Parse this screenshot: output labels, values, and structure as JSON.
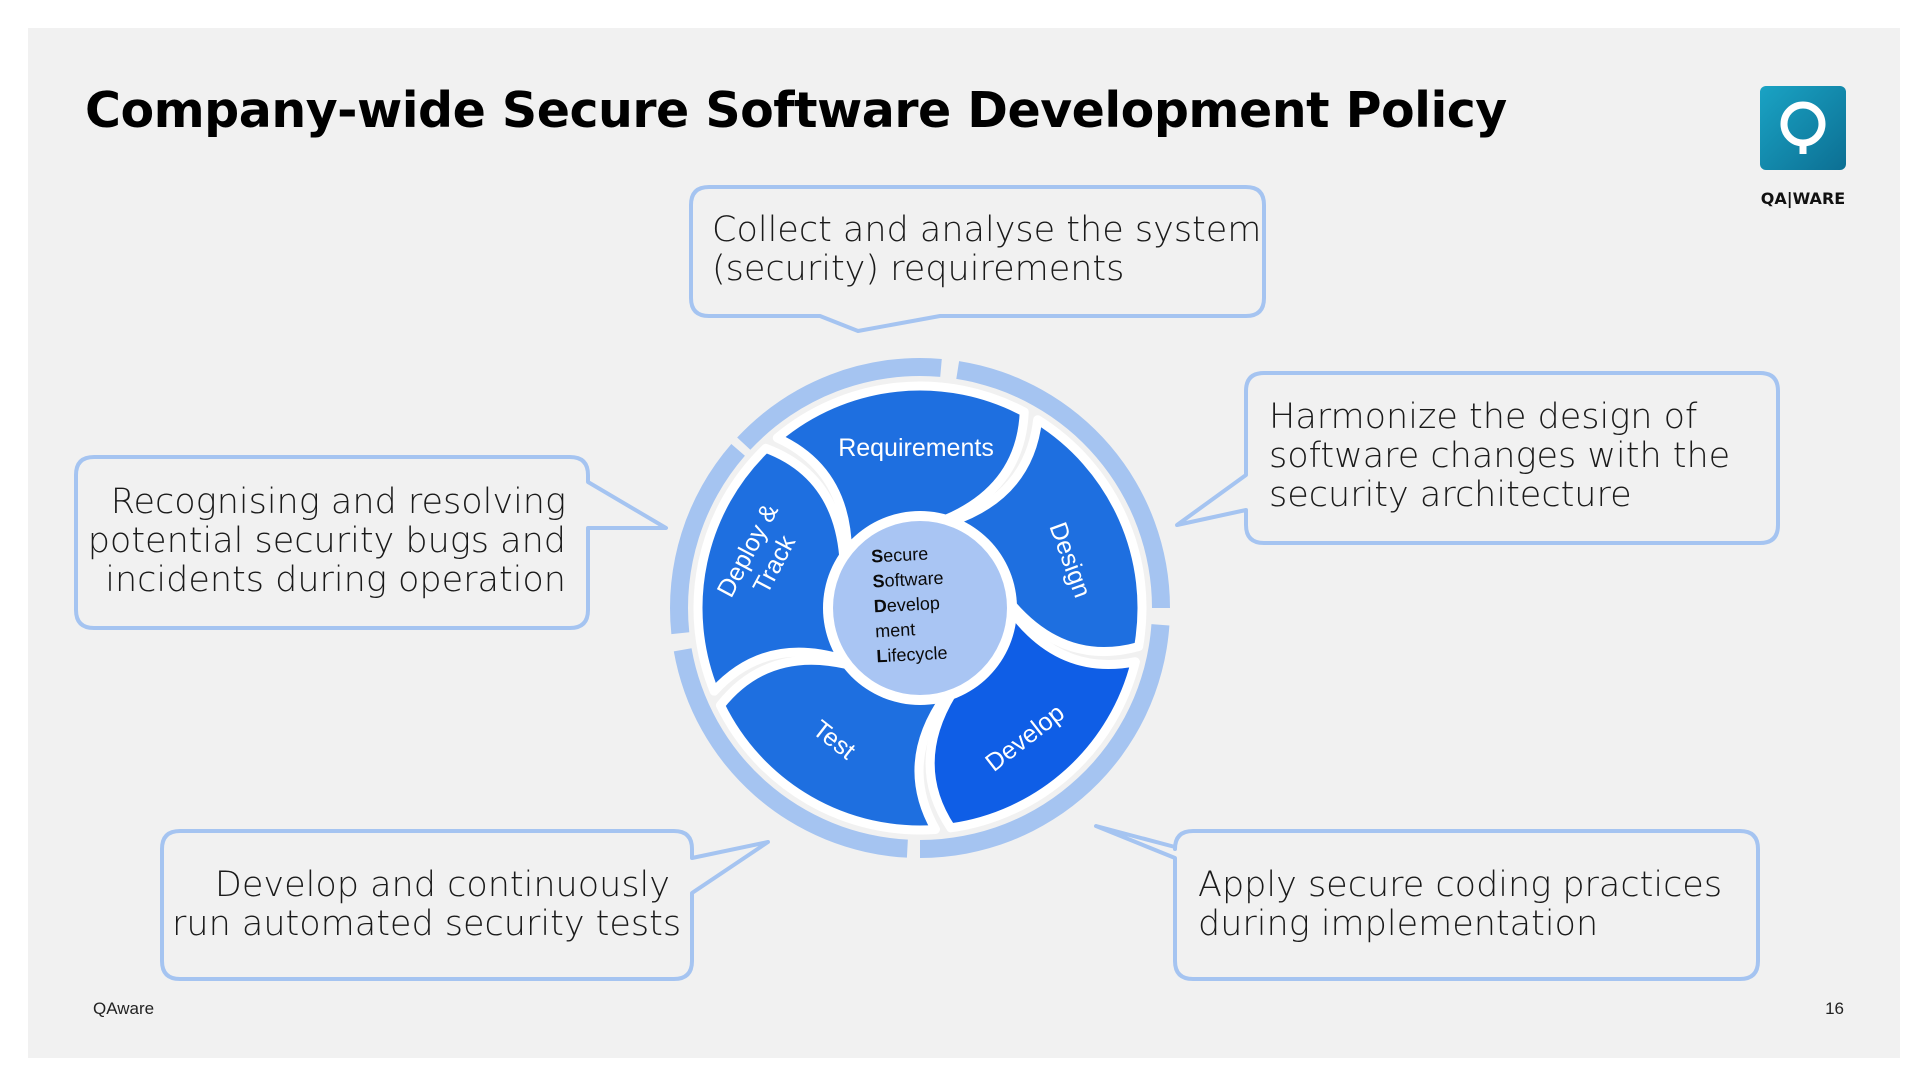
{
  "slide": {
    "title": "Company-wide Secure Software Development Policy",
    "footer_left": "QAware",
    "page_number": "16"
  },
  "logo": {
    "icon": "q-ring-icon",
    "text": "QA|WARE",
    "color": "#1190b3"
  },
  "cycle": {
    "center": [
      "Secure",
      "Software",
      "Develop",
      "ment",
      "Lifecycle"
    ],
    "segments": [
      {
        "label": "Requirements"
      },
      {
        "label": "Design"
      },
      {
        "label": "Develop"
      },
      {
        "label": "Test"
      },
      {
        "label": "Deploy &",
        "label2": "Track"
      }
    ],
    "colors": {
      "segment": "#1e6fe0",
      "segment_develop": "#0f5ee6",
      "outer_ring": "#a5c4f1",
      "center": "#a9c5f3"
    }
  },
  "callouts": {
    "requirements": [
      "Collect and analyse the system",
      "(security) requirements"
    ],
    "design": [
      "Harmonize the design of",
      "software changes with the",
      "security architecture"
    ],
    "deploy": [
      "Recognising and resolving",
      "potential security bugs and",
      "incidents during operation"
    ],
    "test": [
      "Develop and continuously",
      "run automated security tests"
    ],
    "develop": [
      "Apply secure coding practices",
      "during implementation"
    ]
  }
}
